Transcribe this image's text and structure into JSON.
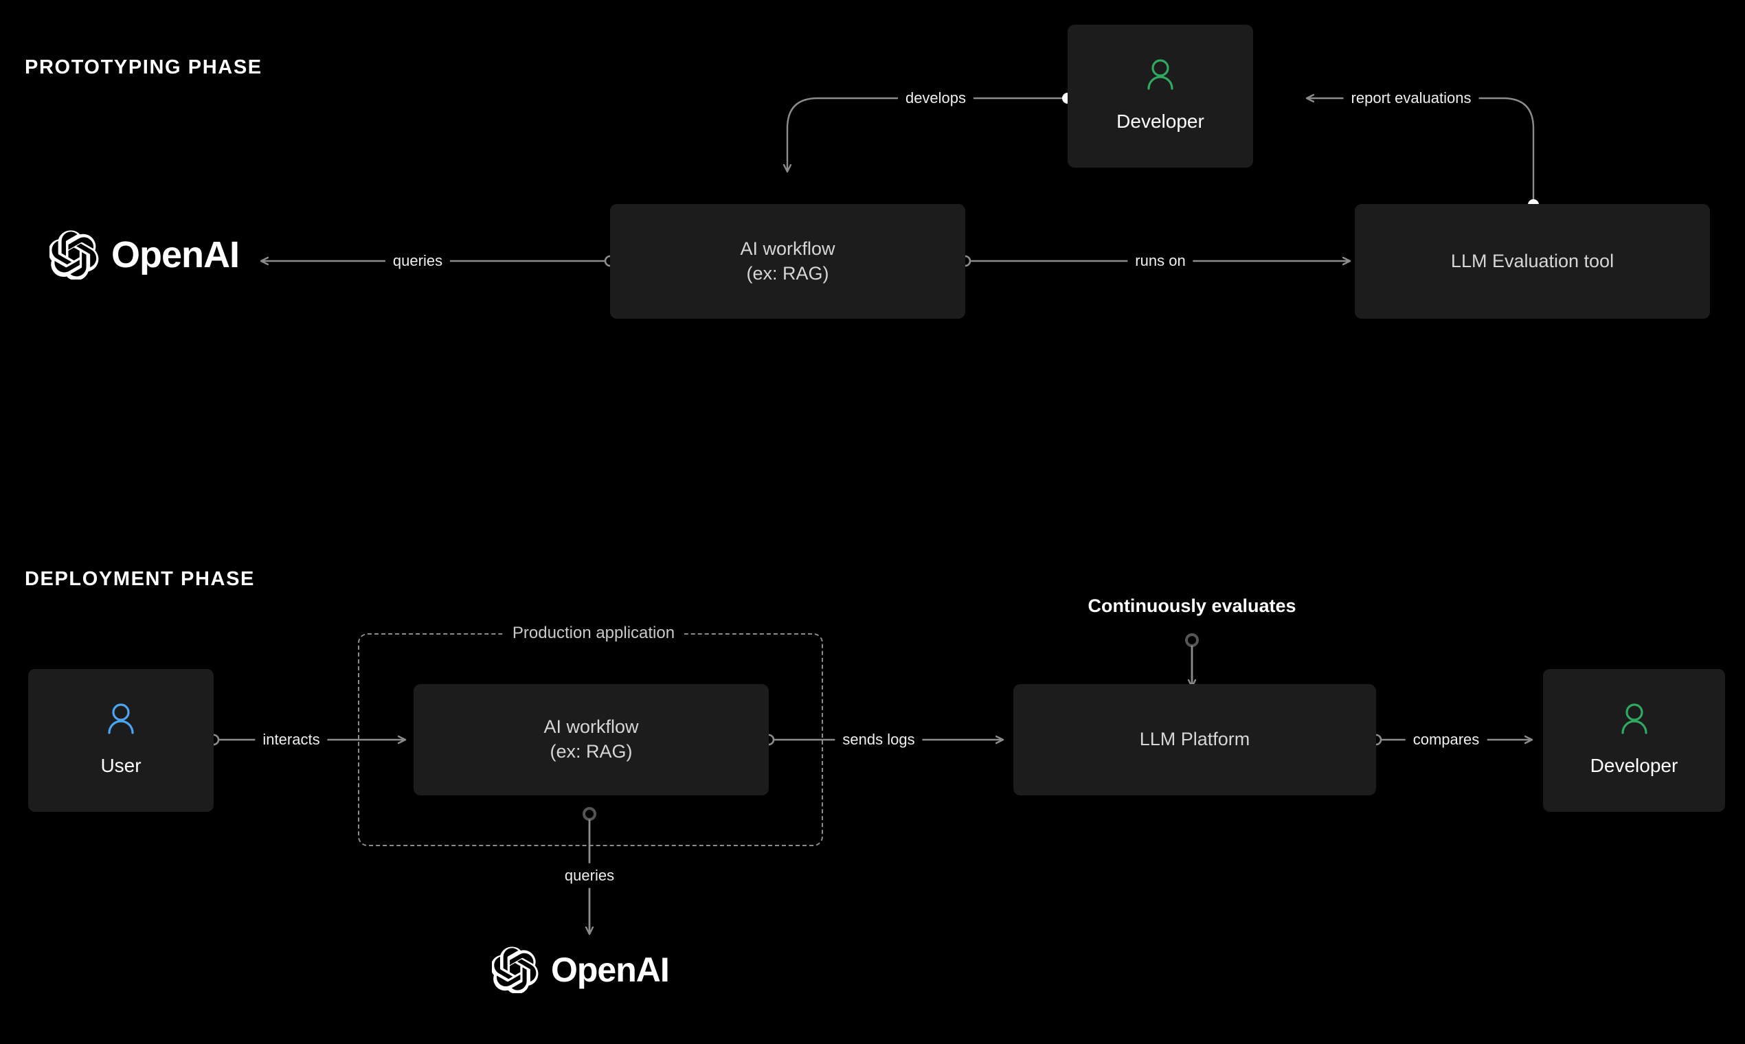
{
  "diagram": {
    "background": "#000000",
    "node_fill": "#1c1c1c",
    "wire_color": "#8c8c8c",
    "developer_icon_color": "#2fa95f",
    "user_icon_color": "#4ba6f2",
    "text_color": "#d6d6d6"
  },
  "phases": [
    {
      "id": "prototyping",
      "title": "PROTOTYPING PHASE"
    },
    {
      "id": "deployment",
      "title": "DEPLOYMENT PHASE"
    }
  ],
  "prototyping": {
    "nodes": {
      "openai": {
        "label": "OpenAI",
        "icon": "openai-logo"
      },
      "ai_workflow": {
        "line1": "AI workflow",
        "line2": "(ex: RAG)"
      },
      "developer": {
        "label": "Developer",
        "icon": "person-icon"
      },
      "eval_tool": {
        "label": "LLM Evaluation tool"
      }
    },
    "edges": [
      {
        "id": "queries",
        "label": "queries",
        "from": "ai_workflow",
        "to": "openai"
      },
      {
        "id": "develops",
        "label": "develops",
        "from": "developer",
        "to": "ai_workflow"
      },
      {
        "id": "runs_on",
        "label": "runs on",
        "from": "ai_workflow",
        "to": "eval_tool"
      },
      {
        "id": "report_evaluations",
        "label": "report evaluations",
        "from": "eval_tool",
        "to": "developer"
      }
    ]
  },
  "deployment": {
    "group": {
      "label": "Production application"
    },
    "nodes": {
      "user": {
        "label": "User",
        "icon": "person-icon"
      },
      "ai_workflow": {
        "line1": "AI workflow",
        "line2": "(ex: RAG)"
      },
      "llm_platform": {
        "label": "LLM Platform"
      },
      "developer": {
        "label": "Developer",
        "icon": "person-icon"
      },
      "openai": {
        "label": "OpenAI",
        "icon": "openai-logo"
      }
    },
    "edges": [
      {
        "id": "interacts",
        "label": "interacts",
        "from": "user",
        "to": "ai_workflow"
      },
      {
        "id": "sends_logs",
        "label": "sends logs",
        "from": "ai_workflow",
        "to": "llm_platform"
      },
      {
        "id": "compares",
        "label": "compares",
        "from": "llm_platform",
        "to": "developer"
      },
      {
        "id": "queries",
        "label": "queries",
        "from": "ai_workflow",
        "to": "openai"
      },
      {
        "id": "continuously_evaluates",
        "label": "Continuously evaluates",
        "to": "llm_platform"
      }
    ]
  }
}
